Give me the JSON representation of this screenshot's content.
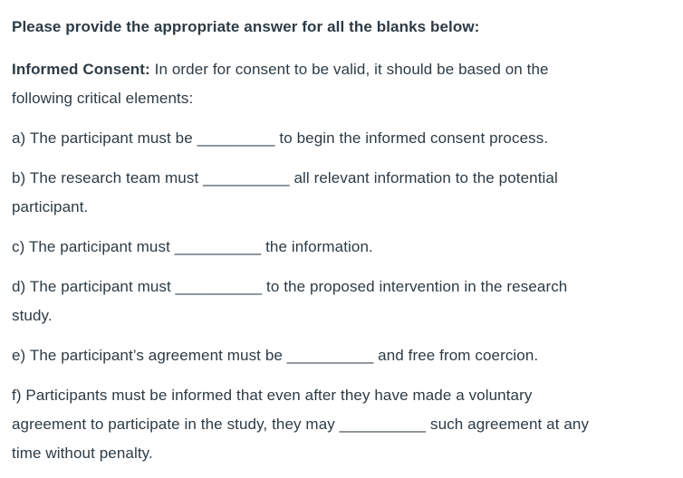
{
  "page": {
    "background_color": "#ffffff",
    "text_color": "#2d3b45"
  },
  "intro": {
    "text": "Please provide the appropriate answer for all the blanks below:"
  },
  "informed_consent": {
    "label": "Informed Consent:",
    "line1_rest": " In order for consent to be valid, it should be based on the",
    "line2": "following critical elements:"
  },
  "questions": {
    "a": {
      "lines": [
        "a) The participant must be _________ to begin the informed consent process."
      ]
    },
    "b": {
      "lines": [
        "b) The research team must __________ all relevant information to the potential",
        "participant."
      ]
    },
    "c": {
      "lines": [
        "c) The participant must __________ the information."
      ]
    },
    "d": {
      "lines": [
        "d) The participant must __________ to the proposed intervention in the research",
        "study."
      ]
    },
    "e": {
      "lines": [
        "e) The participant’s agreement must be __________ and free from coercion."
      ]
    },
    "f": {
      "lines": [
        "f) Participants must be informed that even after they have made a voluntary",
        "agreement to participate in the study, they may __________ such agreement at any",
        "time without penalty."
      ]
    }
  }
}
